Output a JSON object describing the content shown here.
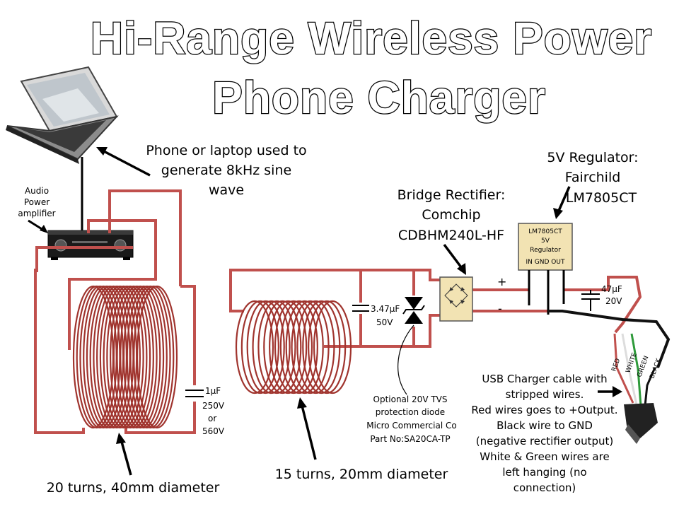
{
  "title": {
    "line1": "Hi-Range Wireless Power",
    "line2": "Phone Charger"
  },
  "labels": {
    "source_line1": "Phone or laptop used to",
    "source_line2": "generate 8kHz sine",
    "source_line3": "wave",
    "amp_line1": "Audio",
    "amp_line2": "Power",
    "amp_line3": "amplifier",
    "reg_line1": "5V Regulator:",
    "reg_line2": "Fairchild",
    "reg_line3": "LM7805CT",
    "bridge_line1": "Bridge Rectifier:",
    "bridge_line2": "Comchip",
    "bridge_line3": "CDBHM240L-HF",
    "reg_chip_line1": "LM7805CT",
    "reg_chip_line2": "5V",
    "reg_chip_line3": "Regulator",
    "reg_chip_line4": "IN  GND OUT",
    "cap_tx_line1": "1µF",
    "cap_tx_line2": "250V",
    "cap_tx_line3": "or",
    "cap_tx_line4": "560V",
    "cap_rx_line1": "3.47µF",
    "cap_rx_line2": "50V",
    "cap_out_line1": "47µF",
    "cap_out_line2": "20V",
    "plus": "+",
    "minus": "-",
    "tvs_line1": "Optional 20V TVS",
    "tvs_line2": "protection diode",
    "tvs_line3": "Micro Commercial Co",
    "tvs_line4": "Part No:SA20CA-TP",
    "usb_line1": "USB Charger cable with",
    "usb_line2": "stripped wires.",
    "usb_line3": "Red wires goes to +Output.",
    "usb_line4": "Black wire to GND",
    "usb_line5": "(negative rectifier output)",
    "usb_line6": "White & Green wires are",
    "usb_line7": "left hanging (no",
    "usb_line8": "connection)",
    "tx_coil": "20 turns, 40mm diameter",
    "rx_coil": "15 turns, 20mm diameter",
    "wire_red": "RED",
    "wire_white": "WHITE",
    "wire_green": "GREEN",
    "wire_black": "BLACK"
  },
  "colors": {
    "wire": "#c0504d",
    "coil": "#a0342e",
    "title_fill": "#ffffff",
    "title_stroke": "#000000"
  }
}
